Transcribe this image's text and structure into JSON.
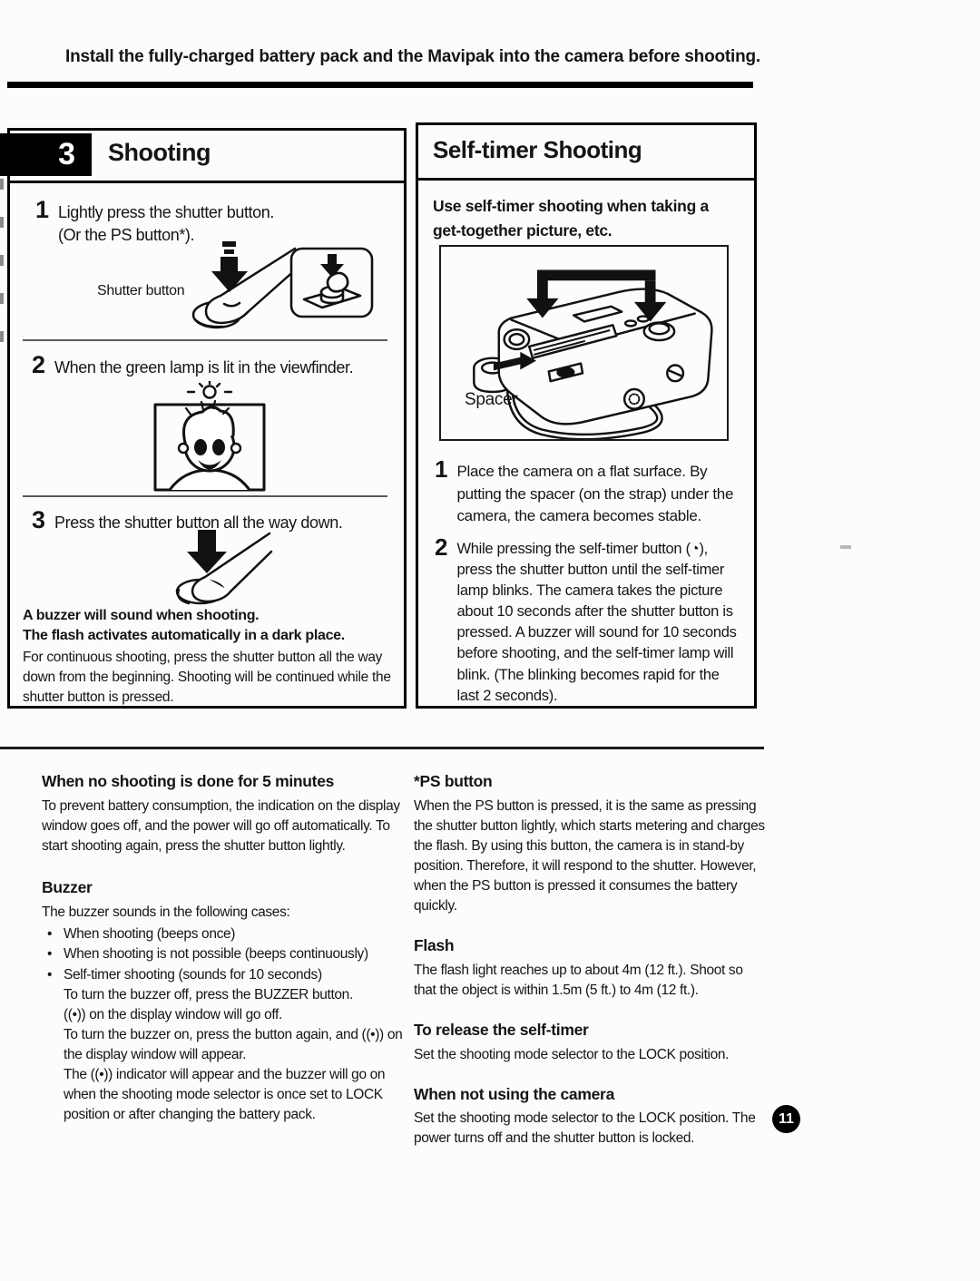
{
  "page": {
    "banner": "Install the fully-charged battery pack and the Mavipak into the camera before shooting.",
    "page_number": "11"
  },
  "shooting_box": {
    "number": "3",
    "title": "Shooting",
    "step1": {
      "num": "1",
      "line1": "Lightly press the shutter button.",
      "line2": "(Or the PS button*)."
    },
    "shutter_label": "Shutter button",
    "step2": {
      "num": "2",
      "text": "When the green lamp is lit in the viewfinder."
    },
    "step3": {
      "num": "3",
      "text": "Press the shutter button all the way down."
    },
    "note_bold1": "A buzzer will sound when shooting.",
    "note_bold2": "The flash activates automatically in a dark place.",
    "note_body": "For continuous shooting, press the shutter button all the way down from the beginning. Shooting will be continued while the shutter button is pressed."
  },
  "selftimer_box": {
    "title": "Self-timer Shooting",
    "intro_line1": "Use self-timer shooting when taking a",
    "intro_line2": "get-together picture, etc.",
    "spacer_label": "Spacer",
    "step1": {
      "num": "1",
      "text": "Place the camera on a flat surface. By putting the spacer (on the strap) under the camera, the camera becomes stable."
    },
    "step2": {
      "num": "2",
      "text_before": "While pressing the self-timer button (",
      "icon": "◔",
      "text_after": "), press the shutter button until the self-timer lamp blinks. The camera takes the picture about 10 seconds after the shutter button is pressed. A buzzer will sound for 10 seconds before shooting, and the self-timer lamp will blink. (The blinking becomes rapid for the last 2 seconds)."
    }
  },
  "notes": {
    "no_shooting": {
      "heading": "When no shooting is done for 5 minutes",
      "body": "To prevent battery consumption, the indication on the display window goes off, and the power will go off automatically. To start shooting again, press the shutter button lightly."
    },
    "buzzer": {
      "heading": "Buzzer",
      "intro": "The buzzer sounds in the following cases:",
      "bullets": [
        "When shooting (beeps once)",
        "When shooting is not possible (beeps continuously)",
        "Self-timer shooting (sounds for 10 seconds)"
      ],
      "line1": "To turn the buzzer off, press the BUZZER button.",
      "line2": "((•)) on the display window will go off.",
      "line3": "To turn the buzzer on, press the button again, and ((•)) on the display window will appear.",
      "line4": "The ((•)) indicator will appear and the buzzer will go on when the shooting mode selector is once set to LOCK position or after changing the battery pack."
    },
    "ps_button": {
      "heading": "*PS button",
      "body": "When the PS button is pressed, it is the same as pressing the shutter button lightly, which starts metering and charges the flash. By using this button, the camera is in stand-by position. Therefore, it will respond to the shutter. However, when the PS button is pressed it consumes the battery quickly."
    },
    "flash": {
      "heading": "Flash",
      "body": "The flash light reaches up to about 4m (12 ft.). Shoot so that the object is within 1.5m (5 ft.) to 4m (12 ft.)."
    },
    "release": {
      "heading": "To release the self-timer",
      "body": "Set the shooting mode selector to the LOCK position."
    },
    "not_using": {
      "heading": "When not using the camera",
      "body": "Set the shooting mode selector to the LOCK position. The power turns off and the shutter button is locked."
    }
  }
}
